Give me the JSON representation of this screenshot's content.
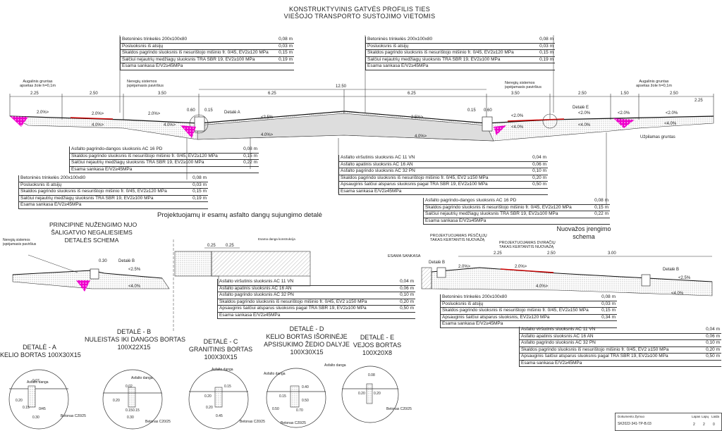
{
  "title": {
    "line1": "KONSTRUKTYVINIS GATVĖS PROFILIS TIES",
    "line2": "VIEŠOJO TRANSPORTO SUSTOJIMO VIETOMIS"
  },
  "stack_top_left": [
    {
      "name": "Betoninės trinkelės 200x100x80",
      "val": "0,08 m"
    },
    {
      "name": "Posluoksnis iš atsijų",
      "val": "0,03 m"
    },
    {
      "name": "Skaldos pagrindo sluoksnis iš nesurištojo mišinio fr. 0/45, EV2≥120 MPa",
      "val": "0,15 m"
    },
    {
      "name": "Šalčiui nejautrių medžiagų sluoksnis TRA SBR 19, EV2≥100 MPa",
      "val": "0,19 m"
    },
    {
      "name": "Esama sankasa E/V2≥45MPa",
      "val": ""
    }
  ],
  "stack_top_right": [
    {
      "name": "Betoninės trinkelės 200x100x80",
      "val": "0,08 m"
    },
    {
      "name": "Posluoksnis iš atsijų",
      "val": "0,03 m"
    },
    {
      "name": "Skaldos pagrindo sluoksnis iš nesurištojo mišinio fr. 0/45, EV2≥120 MPa",
      "val": "0,15 m"
    },
    {
      "name": "Šalčiui nejautrių medžiagų sluoksnis TRA SBR 19, EV2≥100 MPa",
      "val": "0,19 m"
    },
    {
      "name": "Esama sankasa E/V2≥45MPa",
      "val": ""
    }
  ],
  "stack_mid_left": [
    {
      "name": "Asfalto pagrindo-dangos sluoksnis AC 16 PD",
      "val": "0,08 m"
    },
    {
      "name": "Skaldos pagrindo sluoksnis iš nesurištojo mišinio fr. 0/45, EV2≥120 MPa",
      "val": "0,15 m"
    },
    {
      "name": "Šalčiui nejautrių medžiagų sluoksnis TRA SBR 19, EV2≥100 MPa",
      "val": "0,22 m"
    },
    {
      "name": "Esama sankasa E/V2≥45MPa",
      "val": ""
    }
  ],
  "stack_low_left": [
    {
      "name": "Betoninės trinkelės 200x100x80",
      "val": "0,08 m"
    },
    {
      "name": "Posluoksnis iš atsijų",
      "val": "0,03 m"
    },
    {
      "name": "Skaldos pagrindo sluoksnis iš nesurištojo mišinio fr. 0/45, EV2≥120 MPa",
      "val": "0,15 m"
    },
    {
      "name": "Šalčiui nejautrių medžiagų sluoksnis TRA SBR 19, EV2≥100 MPa",
      "val": "0,19 m"
    },
    {
      "name": "Esama sankasa E/V2≥45MPa",
      "val": ""
    }
  ],
  "stack_mid_center": [
    {
      "name": "Asfalto viršutinis sluoksnis AC 11 VN",
      "val": "0,04 m"
    },
    {
      "name": "Asfalto apatinis sluoksnis AC 16 AN",
      "val": "0,06 m"
    },
    {
      "name": "Asfalto pagrindo sluoksnis AC 32 PN",
      "val": "0,10 m"
    },
    {
      "name": "Skaldos pagrindo sluoksnis iš nesurištojo mišinio fr. 0/45, EV2  ≥150 MPa",
      "val": "0,20 m"
    },
    {
      "name": "Apsauginis šalčiui atsparus sluoksnis pagal TRA SBR 19, EV2≥100 MPa",
      "val": "0,50 m"
    },
    {
      "name": "Esama sankasa E/V2≥45MPa",
      "val": ""
    }
  ],
  "stack_mid_right": [
    {
      "name": "Asfalto pagrindo-dangos sluoksnis AC 16 PD",
      "val": "0,08 m"
    },
    {
      "name": "Skaldos pagrindo sluoksnis iš nesurištojo mišinio fr. 0/45, EV2≥120 MPa",
      "val": "0,15 m"
    },
    {
      "name": "Šalčiui nejautrių medžiagų sluoksnis TRA SBR 19, EV2≥100 MPa",
      "val": "0,22 m"
    },
    {
      "name": "Esama sankasa E/V2≥45MPa",
      "val": ""
    }
  ],
  "stack_joint": [
    {
      "name": "Asfalto viršutinis sluoksnis AC 11 VN",
      "val": "0,04 m"
    },
    {
      "name": "Asfalto apatinis sluoksnis AC 16 AN",
      "val": "0,06 m"
    },
    {
      "name": "Asfalto pagrindo sluoksnis AC 32 PN",
      "val": "0,10 m"
    },
    {
      "name": "Skaldos pagrindo sluoksnis iš nesurištojo mišinio fr. 0/45, EV2  ≥150 MPa",
      "val": "0,20 m"
    },
    {
      "name": "Apsauginis šalčiui atsparus sluoksnis pagal TRA SBR 19, EV2≥100 MPa",
      "val": "0,50 m"
    },
    {
      "name": "Esama sankasa E/V2≥45MPa",
      "val": ""
    }
  ],
  "stack_drive_a": [
    {
      "name": "Betoninės trinkelės 200x100x80",
      "val": "0,08 m"
    },
    {
      "name": "Posluoksnis iš atsijų",
      "val": "0,03 m"
    },
    {
      "name": "Skaldos pagrindo sluoksnis iš nesurištojo mišinio fr. 0/45, EV2≥150 MPa",
      "val": "0,15 m"
    },
    {
      "name": "Apsauginis šalčiui atsparus sluoksnis, EV2≥120 MPa",
      "val": "0,34 m"
    },
    {
      "name": "Esama sankasa E/V2≥45MPa",
      "val": ""
    }
  ],
  "stack_drive_b": [
    {
      "name": "Asfalto viršutinis sluoksnis AC 11 VN",
      "val": "0,04 m"
    },
    {
      "name": "Asfalto apatinis sluoksnis AC 16 AN",
      "val": "0,06 m"
    },
    {
      "name": "Asfalto pagrindo sluoksnis AC 32 PN",
      "val": "0,10 m"
    },
    {
      "name": "Skaldos pagrindo sluoksnis iš nesurištojo mišinio fr. 0/45, EV2  ≥150 MPa",
      "val": "0,20 m"
    },
    {
      "name": "Apsauginis šalčiui atsparus sluoksnis pagal TRA SBR 19, EV2≥100 MPa",
      "val": "0,50 m"
    },
    {
      "name": "Esama sankasa E/V2≥45MPa",
      "val": ""
    }
  ],
  "dims_top": [
    "2.25",
    "2.50",
    "3.50",
    "12.50",
    "6.25",
    "6.25",
    "3.50",
    "2.50",
    "1.50",
    "2.50",
    "2.25"
  ],
  "dims_small": [
    "0.60",
    "0.15",
    "0.15",
    "0.60"
  ],
  "slopes_top": [
    "2.0%>",
    "2.0%>",
    "2.0%>",
    "4.0%>",
    "<2.5%",
    "2.5%>",
    "<2.0%",
    "<2.0%",
    "<2.0%",
    "<2.0%",
    "<4.0%",
    "<4.0%",
    "4.0%>",
    "<4.0%",
    "4.0%>",
    "4.0%>"
  ],
  "labels_top": {
    "aug_left": "Augalinis gruntas",
    "aug_left2": "apsėtas žole h=0,1m",
    "aug_right": "Augalinis gruntas",
    "aug_right2": "apsėtas žole h=0,1m",
    "drain_left": "Neregių sistemos",
    "drain_left2": "įspėjamasis paviršius",
    "drain_right": "Neregių sistemos",
    "drain_right2": "įspėjamasis paviršius",
    "detail_a": "Detalė A",
    "detail_e": "Detalė E",
    "fill": "Užpilamas gruntas"
  },
  "joint": {
    "title": "Projektuojamų ir esamų asfalto dangų sujungimo detalė",
    "d1": "0.25",
    "d2": "0.25",
    "note": "Esama danga konstrukcija"
  },
  "left_detail": {
    "title1": "PRINCIPINĖ NUŽENGIMO NUO",
    "title2": "ŠALIGATVIO NEGALIESIEMS",
    "title3": "DETALĖS SCHEMA",
    "sys1": "Neregių sistemos",
    "sys2": "įspėjamasis paviršius",
    "dim": "0.30",
    "det": "Detalė B",
    "s1": "<2.5%",
    "s2": "<4.0%"
  },
  "right_detail": {
    "title1": "Nuovažos įrengimo",
    "title2": "schema",
    "ped1": "PROJEKTUOJAMAS PĖSČIŲJŲ",
    "ped2": "TAKAS KERTANTIS NUOVAŽĄ",
    "cyc1": "PROJEKTUOJAMAS DVIRAČIŲ",
    "cyc2": "TAKAS KERTANTIS NUOVAŽĄ",
    "exist": "ESAMA SANKASA",
    "d1": "2.25",
    "d2": "2.50",
    "d3": "3.00",
    "det1": "Detalė B",
    "det2": "Detalė B",
    "s1": "2.0%>",
    "s2": "2.0%>",
    "s3": "<2.5%",
    "s4": "4.0%>",
    "s5": "<4.0%"
  },
  "details": [
    {
      "t1": "DETALĖ - A",
      "t2": "KELIO BORTAS 100X30X15",
      "t3": "",
      "layer": "Asfalto danga",
      "conc": "Betonas C20/25",
      "d": [
        "0.20",
        "0.07",
        "0.15",
        "0/45",
        "0.30"
      ]
    },
    {
      "t1": "DETALĖ - B",
      "t2": "NULEISTAS IKI DANGOS BORTAS",
      "t3": "100X22X15",
      "layer": "Asfalto danga",
      "conc": "Betonas C20/25",
      "d": [
        "0.20",
        "0.02",
        "0.15",
        "0.15",
        "0.30"
      ]
    },
    {
      "t1": "DETALĖ - C",
      "t2": "GRANITINIS BORTAS",
      "t3": "100X30X15",
      "layer": "Asfalto danga",
      "conc": "Betonas C20/25",
      "d": [
        "0.20",
        "0.15",
        "0.20",
        "0.45"
      ]
    },
    {
      "t1": "DETALĖ - D",
      "t2": "KELIO BORTAS IŠORINĖJE",
      "t3": "APSISUKIMO ŽEDIO DALYJE",
      "t4": "100X30X15",
      "layer": "Asfalto danga",
      "conc": "Betonas C20/25",
      "d": [
        "0.15",
        "0.40",
        "0.50",
        "0.70",
        "0.50"
      ]
    },
    {
      "t1": "DETALĖ - E",
      "t2": "VEJOS BORTAS",
      "t3": "100X20X8",
      "layer": "Asfalto danga",
      "conc": "Betonas C20/25",
      "d": [
        "0.20",
        "0.08",
        "0.20"
      ]
    }
  ],
  "titleblock": {
    "h1": "Dokumento Žymuo",
    "doc": "SK2022-341-TP-B.03",
    "c1": "Lapas",
    "c2": "Lapų",
    "c3": "Laida",
    "v1": "2",
    "v2": "2",
    "v3": "0"
  }
}
